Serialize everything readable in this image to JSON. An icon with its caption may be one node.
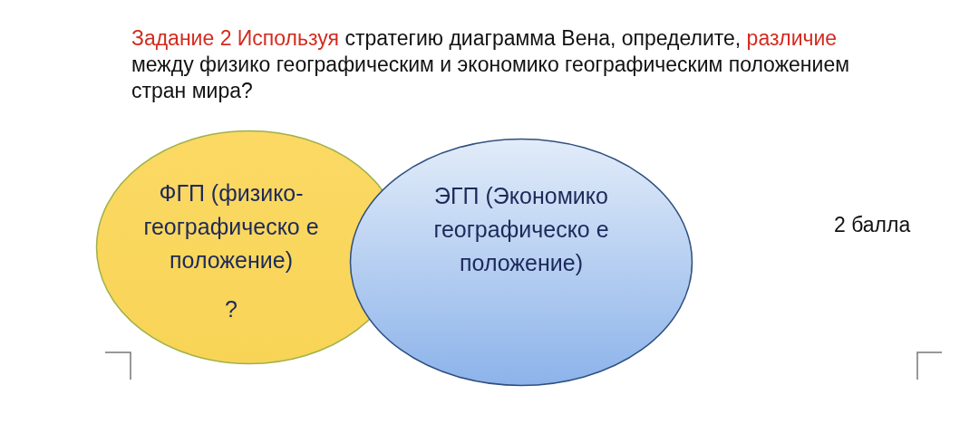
{
  "diagram": {
    "title": "Задание 2 Используя стратегию диаграмма Вена, определите, различие между физико географическим и экономико географическим положением стран мира?",
    "nodes": [
      {
        "text": [
          "ФГП (физико- географическо е положение)",
          "?"
        ]
      },
      {
        "text": [
          "ЭГП (Экономико географическо е положение)"
        ]
      }
    ],
    "labels": [
      "2 балла"
    ]
  }
}
